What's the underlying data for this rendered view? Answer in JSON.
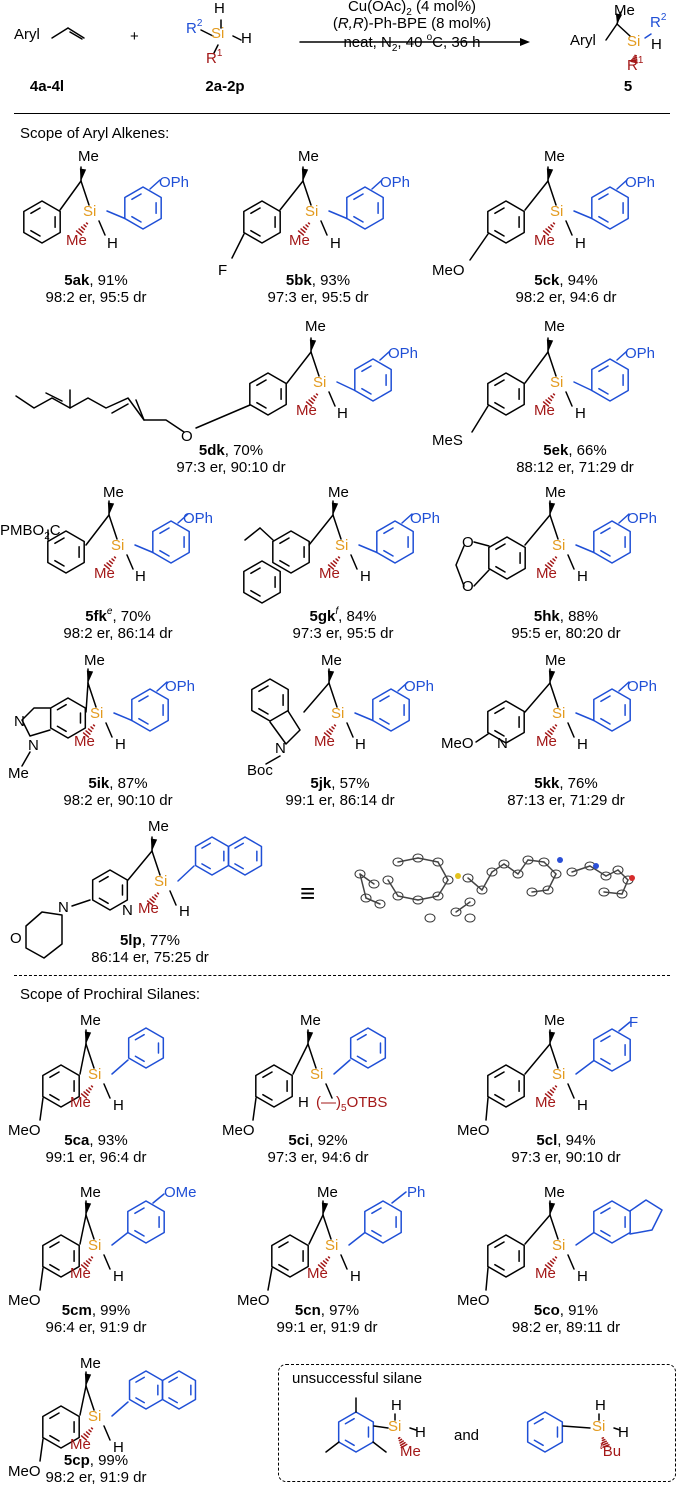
{
  "scheme": {
    "reactant1": "Aryl",
    "plus": "+",
    "silane_r2": "R",
    "silane_r2_sup": "2",
    "silane_si": "Si",
    "silane_h_top": "H",
    "silane_h_right": "H",
    "silane_r1": "R",
    "silane_r1_sup": "1",
    "cond_line1_pre": "Cu(OAc)",
    "cond_line1_sub": "2",
    "cond_line1_post": " (4 mol%)",
    "cond_line2_pre": "(",
    "cond_line2_italic": "R,R",
    "cond_line2_post": ")-Ph-BPE (8 mol%)",
    "cond_line3_pre": "neat, N",
    "cond_line3_sub": "2",
    "cond_line3_post": ", 40 ",
    "cond_line3_sup": "o",
    "cond_line3_end": "C, 36 h",
    "prod_aryl": "Aryl",
    "prod_me": "Me",
    "prod_si": "Si",
    "prod_r2": "R",
    "prod_r2_sup": "2",
    "prod_h": "H",
    "prod_r1": "R",
    "prod_r1_sup": "1",
    "label_alkenes": "4a-4l",
    "label_silanes": "2a-2p",
    "label_product": "5"
  },
  "sections": {
    "alkenes": "Scope of Aryl Alkenes:",
    "silanes": "Scope of Prochiral Silanes:"
  },
  "frag": {
    "me": "Me",
    "si": "Si",
    "h": "H",
    "oph": "OPh",
    "f": "F",
    "meo": "MeO",
    "mes": "MeS",
    "o": "O",
    "pmbo2c_pre": "PMBO",
    "pmbo2c_sub": "2",
    "pmbo2c_post": "C",
    "n": "N",
    "boc": "Boc",
    "ome": "OMe",
    "ph": "Ph",
    "otbs_pre": "(",
    "otbs_paren": ")",
    "otbs_sub": "5",
    "otbs_post": "OTBS",
    "tbu_sup": "t",
    "tbu": "Bu",
    "equiv": "≡"
  },
  "compounds": [
    {
      "id": "5ak",
      "sup": "",
      "yield": ", 91%",
      "sel": "98:2 er, 95:5 dr"
    },
    {
      "id": "5bk",
      "sup": "",
      "yield": ", 93%",
      "sel": "97:3 er, 95:5 dr"
    },
    {
      "id": "5ck",
      "sup": "",
      "yield": ", 94%",
      "sel": "98:2 er, 94:6 dr"
    },
    {
      "id": "5dk",
      "sup": "",
      "yield": ", 70%",
      "sel": "97:3 er, 90:10 dr"
    },
    {
      "id": "5ek",
      "sup": "",
      "yield": ", 66%",
      "sel": "88:12 er, 71:29 dr"
    },
    {
      "id": "5fk",
      "sup": "e",
      "yield": ", 70%",
      "sel": "98:2 er, 86:14 dr"
    },
    {
      "id": "5gk",
      "sup": "f",
      "yield": ", 84%",
      "sel": "97:3 er, 95:5 dr"
    },
    {
      "id": "5hk",
      "sup": "",
      "yield": ", 88%",
      "sel": "95:5 er, 80:20 dr"
    },
    {
      "id": "5ik",
      "sup": "",
      "yield": ", 87%",
      "sel": "98:2 er, 90:10 dr"
    },
    {
      "id": "5jk",
      "sup": "",
      "yield": ", 57%",
      "sel": "99:1 er, 86:14 dr"
    },
    {
      "id": "5kk",
      "sup": "",
      "yield": ", 76%",
      "sel": "87:13 er, 71:29 dr"
    },
    {
      "id": "5lp",
      "sup": "",
      "yield": ", 77%",
      "sel": "86:14 er, 75:25 dr"
    },
    {
      "id": "5ca",
      "sup": "",
      "yield": ", 93%",
      "sel": "99:1 er, 96:4 dr"
    },
    {
      "id": "5ci",
      "sup": "",
      "yield": ", 92%",
      "sel": "97:3 er, 94:6 dr"
    },
    {
      "id": "5cl",
      "sup": "",
      "yield": ", 94%",
      "sel": "97:3 er, 90:10 dr"
    },
    {
      "id": "5cm",
      "sup": "",
      "yield": ", 99%",
      "sel": "96:4 er, 91:9 dr"
    },
    {
      "id": "5cn",
      "sup": "",
      "yield": ", 97%",
      "sel": "99:1 er, 91:9 dr"
    },
    {
      "id": "5co",
      "sup": "",
      "yield": ", 91%",
      "sel": "98:2 er, 89:11 dr"
    },
    {
      "id": "5cp",
      "sup": "",
      "yield": ", 99%",
      "sel": "98:2 er, 91:9 dr"
    }
  ],
  "unsuccessful": {
    "title": "unsuccessful silane",
    "and": "and",
    "me": "Me",
    "h": "H"
  },
  "colors": {
    "silicon": "#e39b1f",
    "aryl_on_si": "#1f4fd6",
    "methyl_on_si": "#a31818",
    "ink": "#000000"
  }
}
